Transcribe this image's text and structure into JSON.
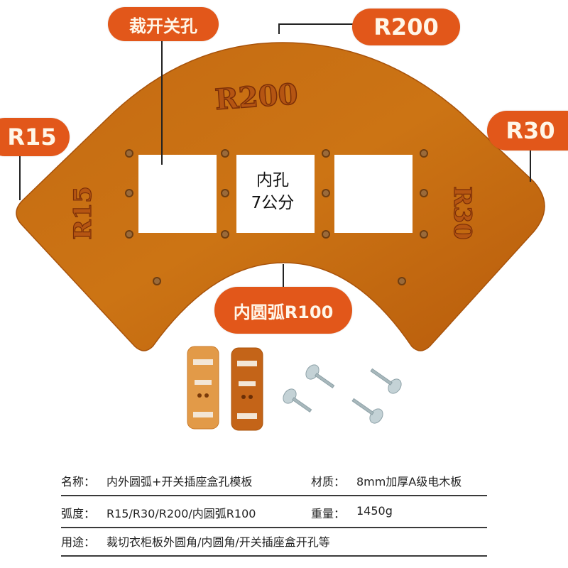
{
  "product": {
    "board_color": "#c0650f",
    "label_color": "#e2571a",
    "callouts": {
      "switch_hole": "裁开关孔",
      "outer_arc": "R200",
      "left_corner": "R15",
      "right_corner": "R30",
      "inner_arc": "内圆弧R100"
    },
    "engraved": {
      "top": "R200",
      "left": "R15",
      "right": "R30"
    },
    "center_hole_note": {
      "line1": "内孔",
      "line2": "7公分"
    },
    "accessories": {
      "sliders": 2,
      "thumb_screws": 4
    }
  },
  "specs": {
    "name_label": "名称：",
    "name_value": "内外圆弧+开关插座盒孔模板",
    "material_label": "材质：",
    "material_value": "8mm加厚A级电木板",
    "radius_label": "弧度：",
    "radius_value": "R15/R30/R200/内圆弧R100",
    "weight_label": "重量：",
    "weight_value": "1450g",
    "usage_label": "用途：",
    "usage_value": "裁切衣柜板外圆角/内圆角/开关插座盒开孔等"
  }
}
